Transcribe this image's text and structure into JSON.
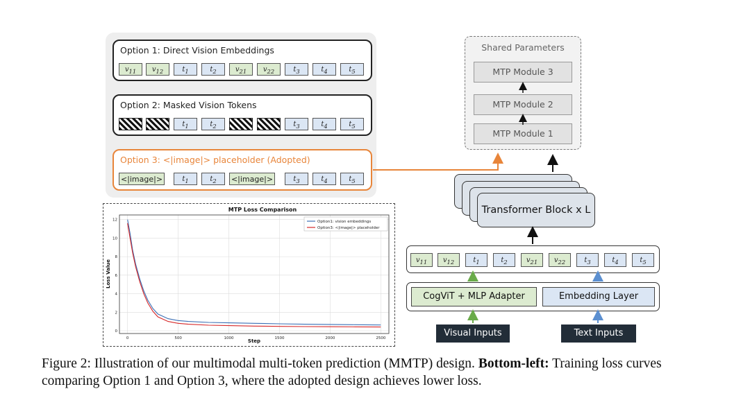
{
  "options": [
    {
      "title": "Option 1: Direct Vision Embeddings",
      "kind": "direct"
    },
    {
      "title": "Option 2: Masked Vision Tokens",
      "kind": "masked"
    },
    {
      "title": "Option 3: <|image|> placeholder (Adopted)",
      "kind": "adopted"
    }
  ],
  "tokens": {
    "v11": "v11",
    "v12": "v12",
    "v21": "v21",
    "v22": "v22",
    "t1": "t1",
    "t2": "t2",
    "t3": "t3",
    "t4": "t4",
    "t5": "t5",
    "image": "<|image|>"
  },
  "shared": {
    "title": "Shared Parameters",
    "modules": [
      "MTP Module 3",
      "MTP Module 2",
      "MTP Module 1"
    ]
  },
  "transformer": {
    "label": "Transformer Block x L"
  },
  "encoders": {
    "vision": "CogViT + MLP Adapter",
    "text": "Embedding Layer"
  },
  "inputs": {
    "visual": "Visual Inputs",
    "text": "Text Inputs"
  },
  "colors": {
    "vision_token": "#dcebd0",
    "text_token": "#dbe6f4",
    "adopted": "#e8853a",
    "visual_arrow": "#6aab4a",
    "text_arrow": "#5b8fd0",
    "series1": "#3b6fb5",
    "series2": "#d62728"
  },
  "chart_data": {
    "type": "line",
    "title": "MTP Loss Comparison",
    "xlabel": "Step",
    "ylabel": "Loss Value",
    "xlim": [
      -80,
      2580
    ],
    "ylim": [
      -0.3,
      12.5
    ],
    "xticks": [
      0,
      500,
      1000,
      1500,
      2000,
      2500
    ],
    "yticks": [
      0,
      2,
      4,
      6,
      8,
      10,
      12
    ],
    "grid": true,
    "legend": "top-right",
    "series": [
      {
        "name": "Option1: vision embeddings",
        "x": [
          0,
          25,
          50,
          80,
          120,
          160,
          200,
          250,
          300,
          400,
          500,
          600,
          800,
          1000,
          1250,
          1500,
          1750,
          2000,
          2250,
          2500
        ],
        "y": [
          12.0,
          10.5,
          8.7,
          7.2,
          5.6,
          4.3,
          3.3,
          2.4,
          1.8,
          1.3,
          1.1,
          1.0,
          0.9,
          0.85,
          0.8,
          0.75,
          0.7,
          0.68,
          0.65,
          0.62
        ]
      },
      {
        "name": "Option3: <|image|> placeholder",
        "x": [
          0,
          25,
          50,
          80,
          120,
          160,
          200,
          250,
          300,
          400,
          500,
          600,
          800,
          1000,
          1250,
          1500,
          1750,
          2000,
          2250,
          2500
        ],
        "y": [
          11.6,
          10.0,
          8.4,
          6.9,
          5.3,
          4.0,
          3.0,
          2.1,
          1.5,
          1.0,
          0.8,
          0.7,
          0.6,
          0.55,
          0.5,
          0.47,
          0.45,
          0.43,
          0.42,
          0.4
        ]
      }
    ]
  },
  "caption": {
    "figure": "Figure 2: Illustration of our multimodal multi-token prediction (MMTP) design.",
    "bold": "Bottom-left:",
    "rest": "Training loss curves comparing Option 1 and Option 3, where the adopted design achieves lower loss."
  }
}
